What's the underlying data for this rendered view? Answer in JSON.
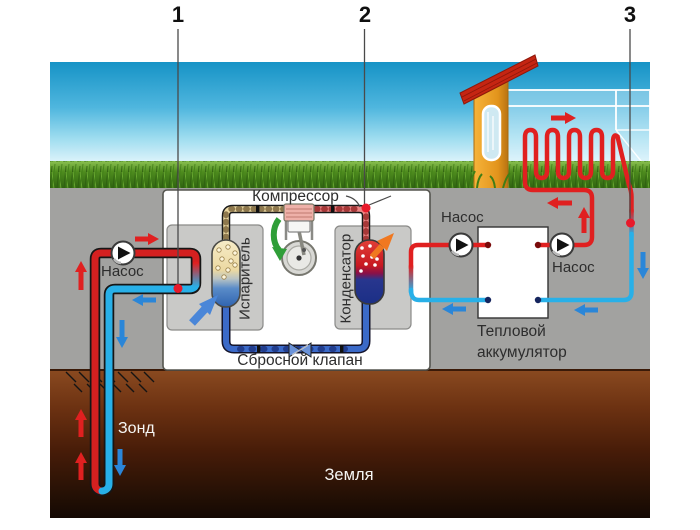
{
  "callouts": {
    "c1": "1",
    "c2": "2",
    "c3": "3"
  },
  "labels": {
    "compressor": "Компрессор",
    "evaporator": "Испаритель",
    "condenser": "Конденсатор",
    "relief_valve": "Сбросной клапан",
    "pump_ground": "Насос",
    "pump_charge": "Насос",
    "pump_heating": "Насос",
    "accumulator_line1": "Тепловой",
    "accumulator_line2": "аккумулятор",
    "probe": "Зонд",
    "earth": "Земля"
  },
  "colors": {
    "warm_pipe": "#e02020",
    "cold_pipe": "#28b0e8",
    "refrigerant_suction": "#ecd9a2",
    "refrigerant_discharge": "#ee8585",
    "refrigerant_liquid": "#3b6ac8",
    "marker_dot": "#e8192a",
    "sky_top": "#1693c6",
    "grass_green": "#4e8c1e",
    "ground_gray": "#a2a2a0",
    "earth_brown": "#6d3212",
    "house_wall": "#e2941c",
    "roof_red": "#c52512"
  }
}
